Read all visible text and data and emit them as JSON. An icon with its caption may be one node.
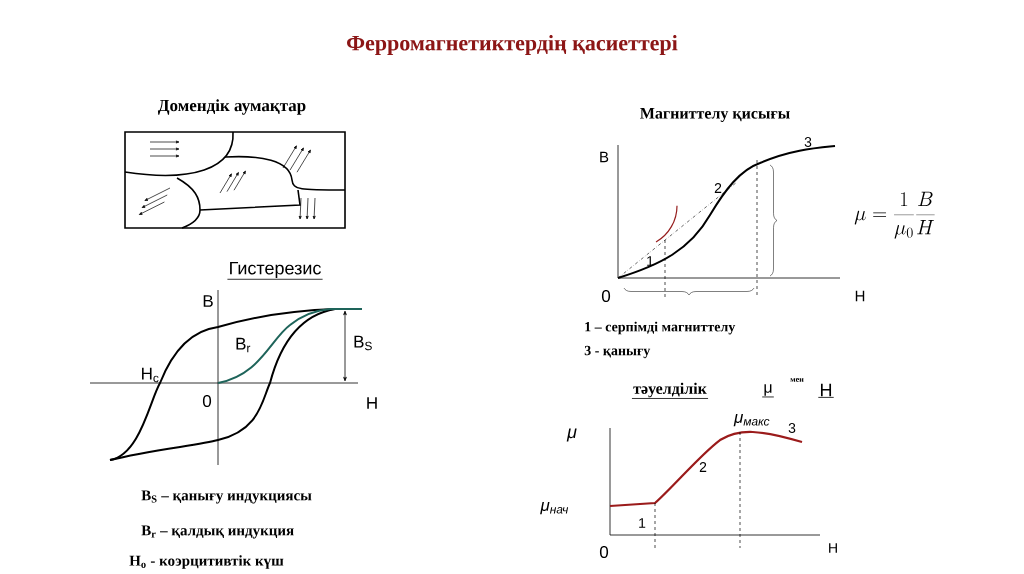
{
  "diagram": {
    "title": "Ферромагнетиктердің қасиеттері",
    "labels": [
      "Домендік аумақтар",
      "Магниттелу қисығы",
      "B",
      "3",
      "2",
      "1",
      "0",
      "H",
      "\\mu=\\frac{1}{\\mu_0}\\frac{B}{H}",
      "Гистерезис",
      "B",
      "B$_{r}$",
      "B$_{S}$",
      "H$_{c}$",
      "0",
      "H",
      "1 – серпімді магниттелу",
      "3 - қанығу",
      "тәуелділік",
      "μ",
      "мен",
      "H",
      "μ$_{макс}$",
      "3",
      "μ",
      "2",
      "μ$_{нач}$",
      "1",
      "0",
      "H",
      "B$_{S}$ – қанығу индукциясы",
      "B$_{r}$ – қалдық индукция",
      "H$_{o}$ - коэрцитивтік күш"
    ]
  }
}
